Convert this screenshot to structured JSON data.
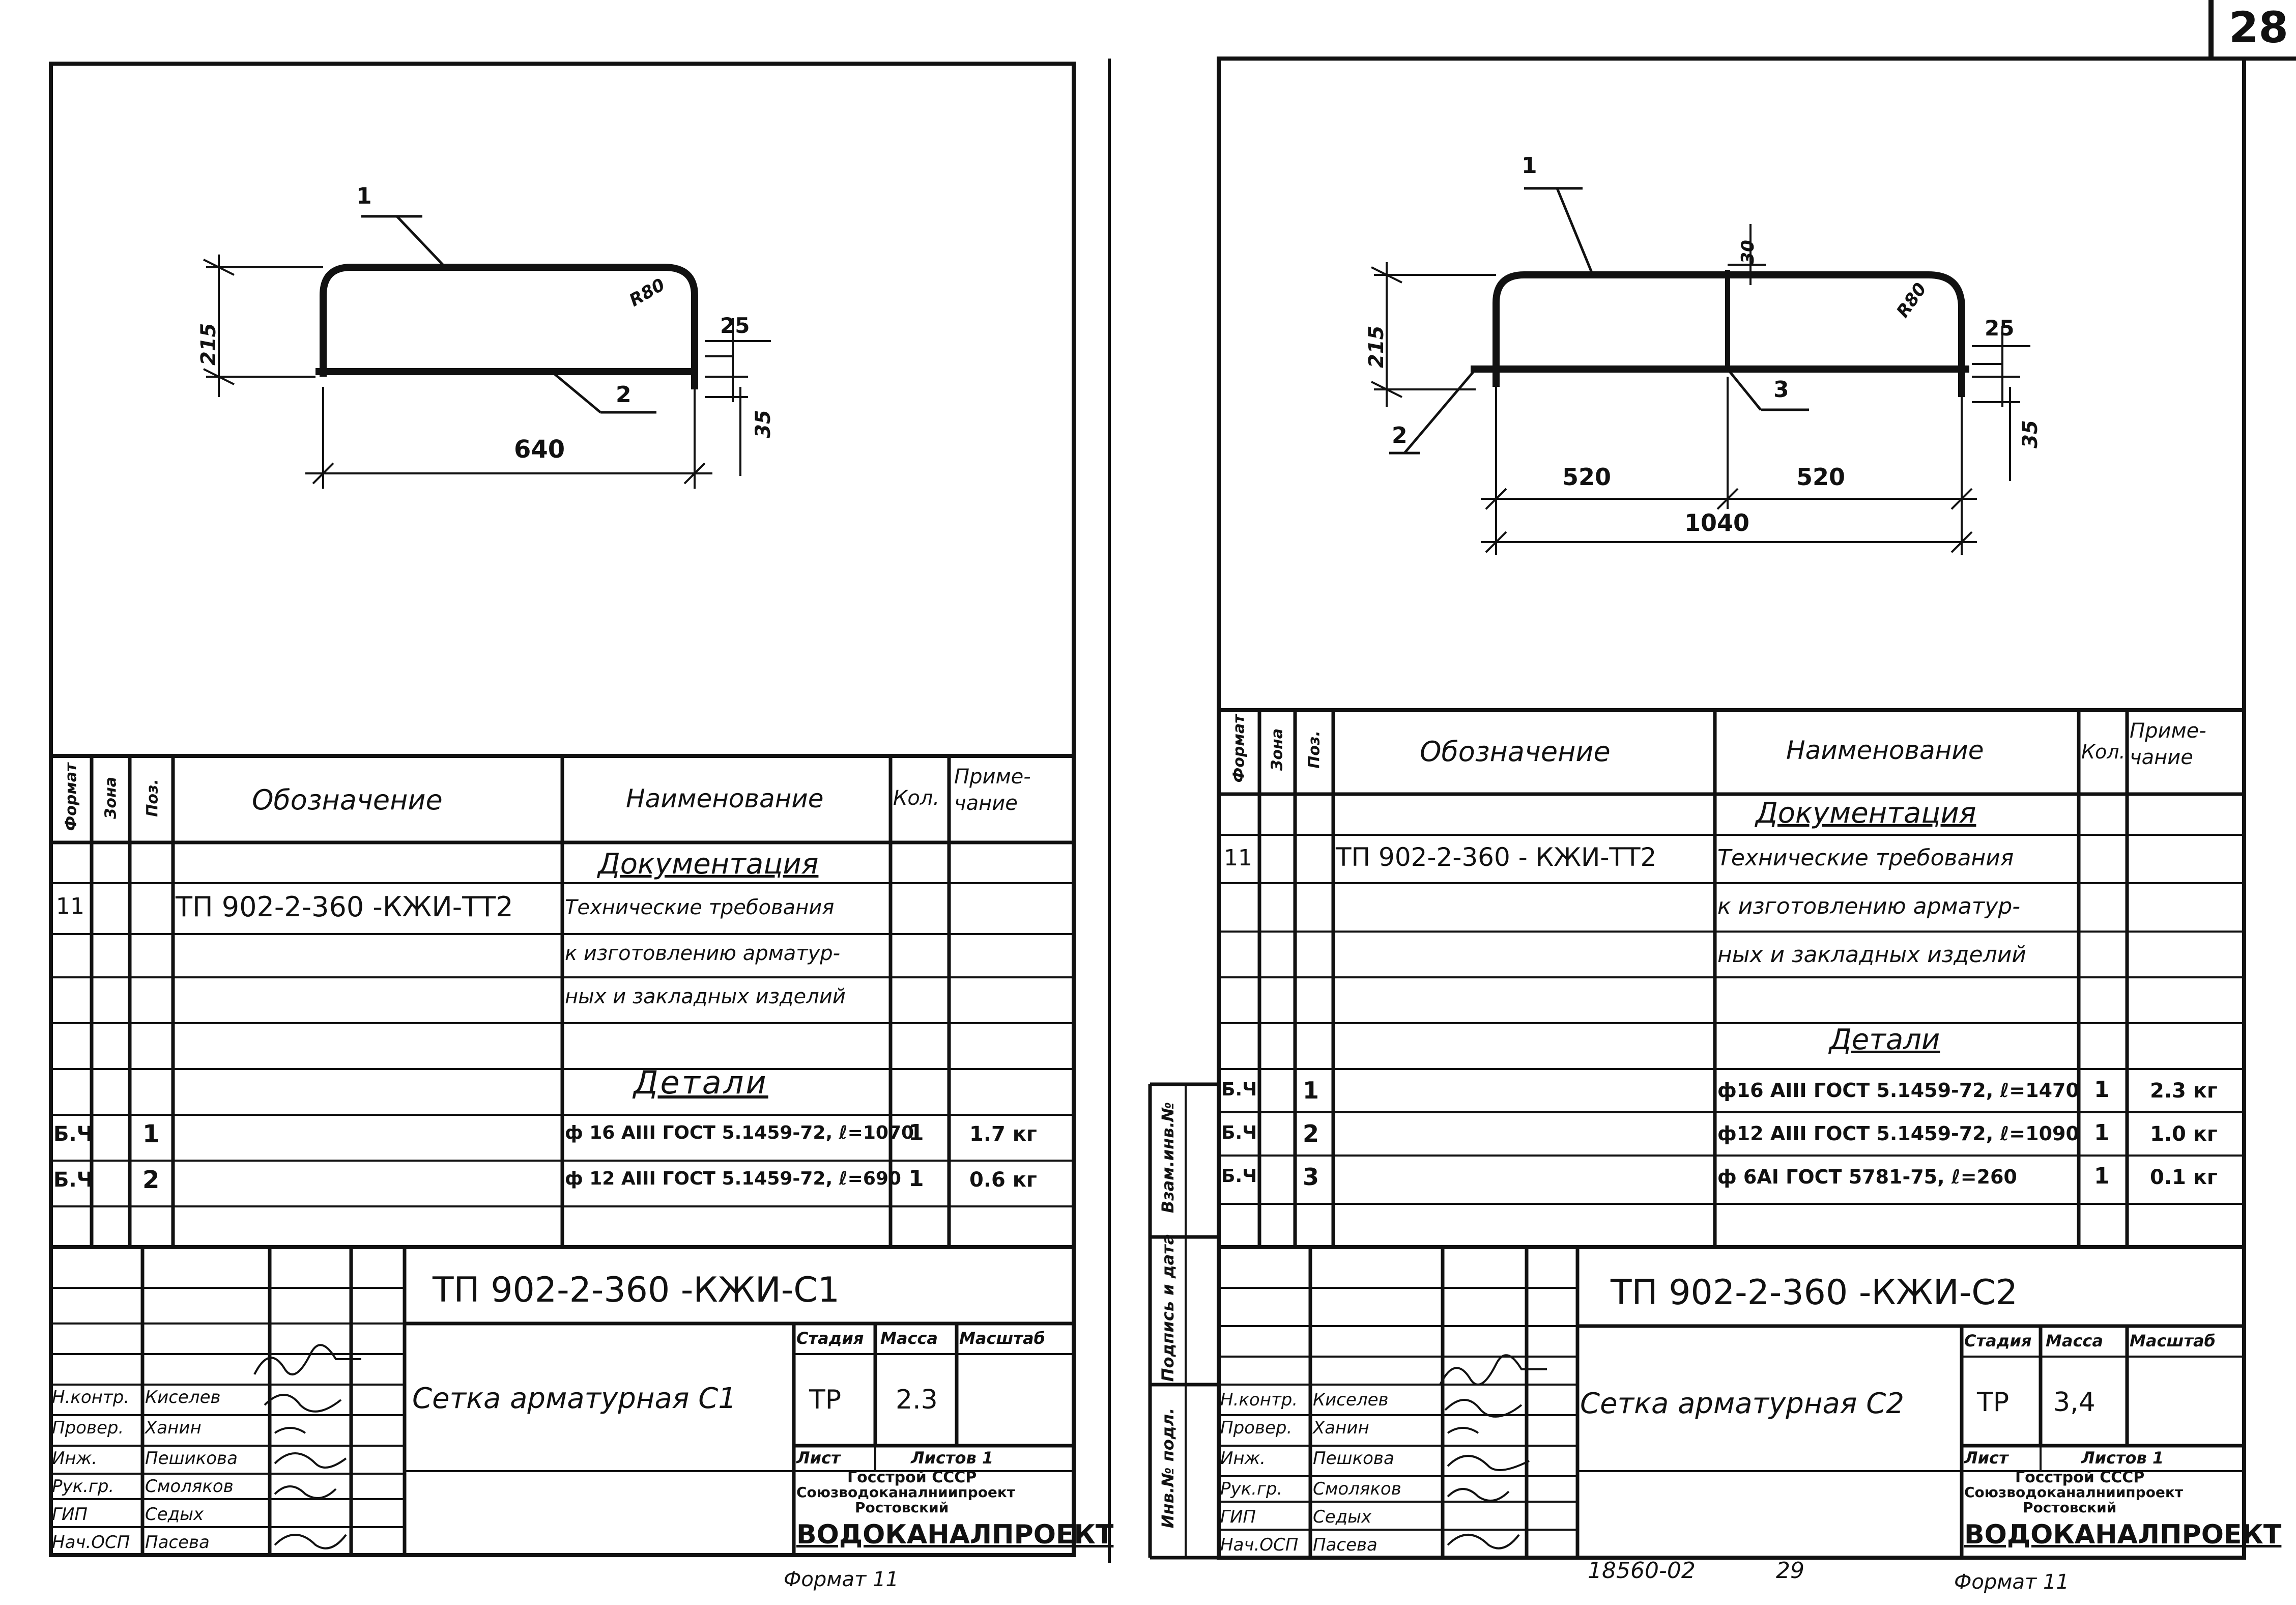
{
  "page_number": "28",
  "footer_code": "18560-02",
  "footer_num": "29",
  "sheets": [
    {
      "dims": {
        "len": "640",
        "h": "215",
        "r": "R80",
        "d25": "25",
        "d35": "35",
        "pos1": "1",
        "pos2": "2"
      },
      "headers": {
        "format": "Формат",
        "zone": "Зона",
        "pos": "Поз.",
        "designation": "Обозначение",
        "name": "Наименование",
        "qty": "Кол.",
        "note": "Приме-\nчание"
      },
      "section_docs": "Документация",
      "section_parts": "Детали",
      "doc_row": {
        "format": "11",
        "designation": "ТП 902-2-360  -КЖИ-ТТ2",
        "name1": "Технические требования",
        "name2": "к изготовлению арматур-",
        "name3": "ных и закладных изделий"
      },
      "parts": [
        {
          "format": "Б.Ч",
          "pos": "1",
          "name": "ф 16 АIII  ГОСТ 5.1459-72, ℓ=1070",
          "qty": "1",
          "note": "1.7 кг"
        },
        {
          "format": "Б.Ч",
          "pos": "2",
          "name": "ф 12 АIII  ГОСТ 5.1459-72, ℓ=690",
          "qty": "1",
          "note": "0.6 кг"
        }
      ],
      "code": "ТП 902-2-360    -КЖИ-С1",
      "title": "Сетка арматурная С1",
      "stage_label": "Стадия",
      "mass_label": "Масса",
      "scale_label": "Масштаб",
      "stage": "ТР",
      "mass": "2.3",
      "sheet_label": "Лист",
      "sheets_label": "Листов 1",
      "org1": "Госстрой СССР",
      "org2": "Союзводоканалниипроект",
      "org3": "Ростовский",
      "org4": "ВОДОКАНАЛПРОЕКТ",
      "signers": [
        {
          "role": "Н.контр.",
          "name": "Киселев"
        },
        {
          "role": "Провер.",
          "name": "Ханин"
        },
        {
          "role": "Инж.",
          "name": "Пешикова"
        },
        {
          "role": "Рук.гр.",
          "name": "Смоляков"
        },
        {
          "role": "ГИП",
          "name": "Седых"
        },
        {
          "role": "Нач.ОСП",
          "name": "Пасева"
        }
      ],
      "format_caption": "Формат 11"
    },
    {
      "dims": {
        "len": "1040",
        "half1": "520",
        "half2": "520",
        "h": "215",
        "r": "R80",
        "d25": "25",
        "d35": "35",
        "d30": "30",
        "pos1": "1",
        "pos2": "2",
        "pos3": "3"
      },
      "headers": {
        "format": "Формат",
        "zone": "Зона",
        "pos": "Поз.",
        "designation": "Обозначение",
        "name": "Наименование",
        "qty": "Кол.",
        "note": "Приме-\nчание"
      },
      "section_docs": "Документация",
      "section_parts": "Детали",
      "doc_row": {
        "format": "11",
        "designation": "ТП 902-2-360 - КЖИ-ТТ2",
        "name1": "Технические требования",
        "name2": "к изготовлению арматур-",
        "name3": "ных и закладных изделий"
      },
      "parts": [
        {
          "format": "Б.Ч",
          "pos": "1",
          "name": "ф16 АIII  ГОСТ 5.1459-72, ℓ=1470",
          "qty": "1",
          "note": "2.3 кг"
        },
        {
          "format": "Б.Ч",
          "pos": "2",
          "name": "ф12 АIII  ГОСТ 5.1459-72, ℓ=1090",
          "qty": "1",
          "note": "1.0 кг"
        },
        {
          "format": "Б.Ч",
          "pos": "3",
          "name": "ф 6АI  ГОСТ 5781-75,  ℓ=260",
          "qty": "1",
          "note": "0.1 кг"
        }
      ],
      "code": "ТП 902-2-360    -КЖИ-С2",
      "title": "Сетка арматурная С2",
      "stage_label": "Стадия",
      "mass_label": "Масса",
      "scale_label": "Масштаб",
      "stage": "ТР",
      "mass": "3,4",
      "sheet_label": "Лист",
      "sheets_label": "Листов 1",
      "org1": "Госстрой СССР",
      "org2": "Союзводоканалниипроект",
      "org3": "Ростовский",
      "org4": "ВОДОКАНАЛПРОЕКТ",
      "signers": [
        {
          "role": "Н.контр.",
          "name": "Киселев"
        },
        {
          "role": "Провер.",
          "name": "Ханин"
        },
        {
          "role": "Инж.",
          "name": "Пешкова"
        },
        {
          "role": "Рук.гр.",
          "name": "Смоляков"
        },
        {
          "role": "ГИП",
          "name": "Седых"
        },
        {
          "role": "Нач.ОСП",
          "name": "Пасева"
        }
      ],
      "side_labels": [
        "Взам.инв.№",
        "Подпись и дата",
        "Инв.№ подл."
      ],
      "format_caption": "Формат 11"
    }
  ]
}
